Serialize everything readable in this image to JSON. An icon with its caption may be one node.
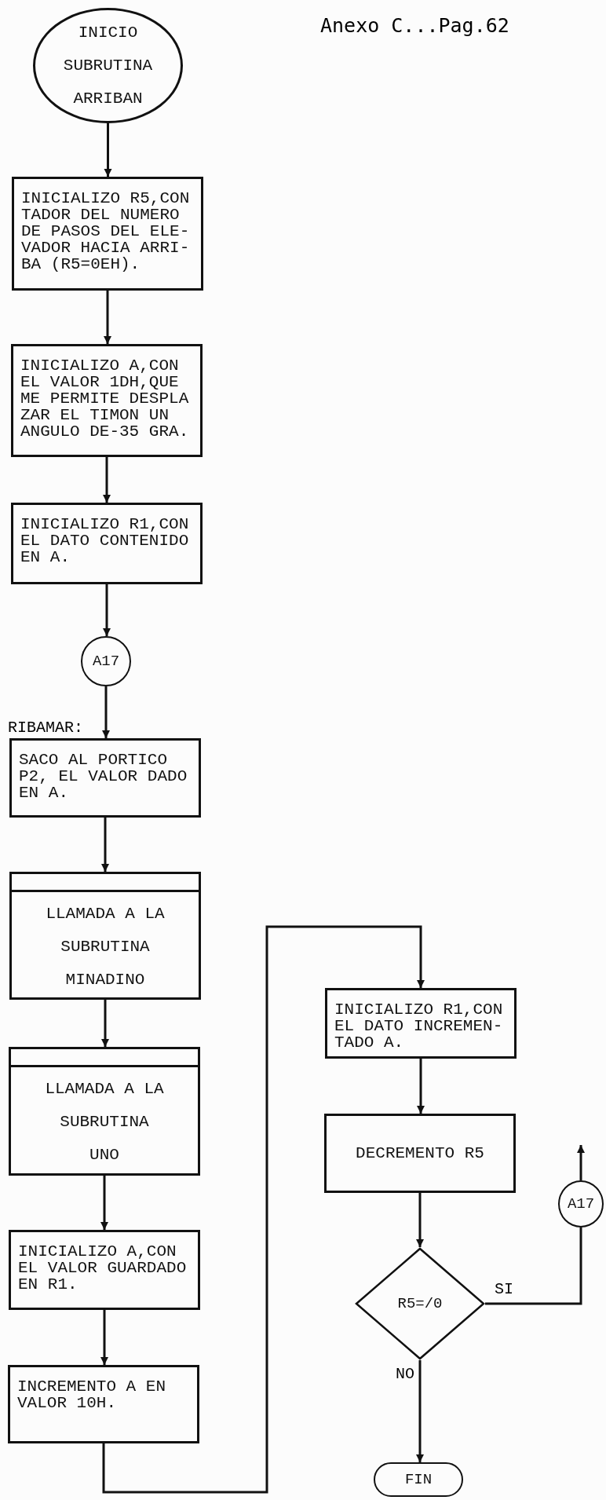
{
  "diagram": {
    "nodes": [
      {
        "text": [
          "INICIO SUBRUTINA ARRIBAN"
        ]
      },
      {
        "text": [
          "INICIALIZO R5,CON TADOR DEL NUMERO DE PASOS DEL ELE- VADOR HACIA ARRI- BA (R5=0EH)."
        ]
      },
      {
        "text": [
          "INICIALIZO A,CON EL VALOR 1DH,QUE ME PERMITE DESPLA ZAR EL TIMON UN ANGULO DE-35 GRA."
        ]
      },
      {
        "text": [
          "INICIALIZO R1,CON EL DATO CONTENIDO EN A."
        ]
      },
      {
        "text": [
          "A17"
        ]
      },
      {
        "text": [
          "SACO AL PORTICO P2, EL VALOR DADO EN A."
        ],
        "beside": [
          "RIBAMAR:"
        ]
      },
      {
        "text": [
          "LLAMADA A LA SUBRUTINA MINADINO"
        ]
      },
      {
        "text": [
          "LLAMADA A LA SUBRUTINA UNO"
        ]
      },
      {
        "text": [
          "INICIALIZO A,CON EL VALOR GUARDADO EN R1."
        ]
      },
      {
        "text": [
          "INCREMENTO A EN VALOR 10H."
        ]
      },
      {
        "text": [
          "INICIALIZO R1,CON EL DATO INCREMEN- TADO A."
        ]
      },
      {
        "text": [
          "DECREMENTO R5"
        ]
      },
      {
        "text": [
          "A17"
        ]
      },
      {
        "text": [
          "R5=/0"
        ]
      },
      {
        "text": [
          "FIN"
        ]
      }
    ],
    "edges": [
      {
        "from": 0,
        "to": 1,
        "arrow": "to"
      },
      {
        "from": 1,
        "to": 2,
        "arrow": "to"
      },
      {
        "from": 2,
        "to": 3,
        "arrow": "to"
      },
      {
        "from": 3,
        "to": 4,
        "arrow": "to"
      },
      {
        "from": 4,
        "to": 5,
        "arrow": "to"
      },
      {
        "from": 5,
        "to": 6,
        "arrow": "to"
      },
      {
        "from": 6,
        "to": 7,
        "arrow": "to"
      },
      {
        "from": 7,
        "to": 8,
        "arrow": "to"
      },
      {
        "from": 8,
        "to": 9,
        "arrow": "to"
      },
      {
        "from": 9,
        "to": 10,
        "arrow": "to"
      },
      {
        "from": 10,
        "to": 11,
        "arrow": "to"
      },
      {
        "from": 11,
        "to": 13,
        "arrow": "to"
      },
      {
        "from": 13,
        "to": 14,
        "arrow": "to",
        "label": "NO"
      },
      {
        "from": 13,
        "to": 12,
        "arrow": "none",
        "label": "SI"
      },
      {
        "from": 12,
        "to": null,
        "arrow": "to"
      }
    ],
    "labels": [
      "Anexo C...Pag.62"
    ]
  }
}
